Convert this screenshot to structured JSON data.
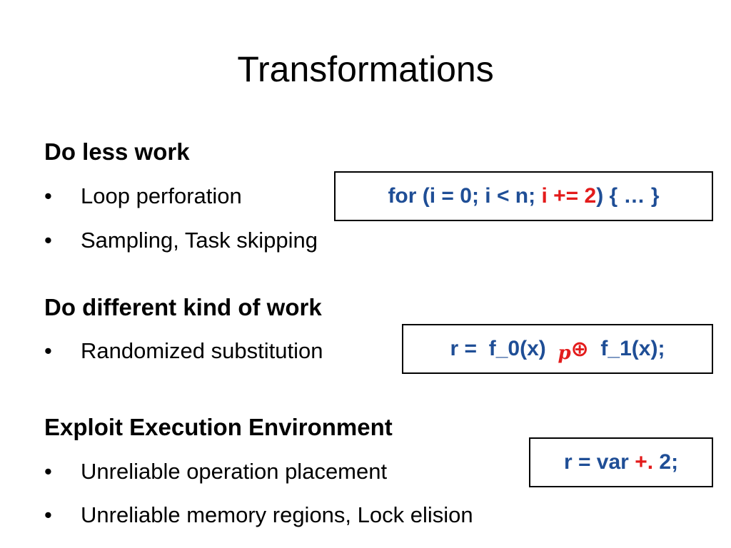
{
  "slide": {
    "title": "Transformations",
    "sections": [
      {
        "heading": "Do less work",
        "bullets": [
          "Loop perforation",
          "Sampling, Task skipping"
        ]
      },
      {
        "heading": "Do different kind of work",
        "bullets": [
          "Randomized substitution"
        ]
      },
      {
        "heading": "Exploit Execution Environment",
        "bullets": [
          "Unreliable operation placement",
          "Unreliable memory regions, Lock elision"
        ]
      }
    ],
    "bullet_glyph": "•",
    "code": {
      "loop": {
        "prefix": "for (i = 0; i < n; ",
        "highlight": "i += 2",
        "suffix": ") { … }"
      },
      "substitution": {
        "prefix": "r =  f_0(x)  ",
        "p": "p",
        "oplus": "⊕",
        "suffix": "  f_1(x);"
      },
      "unreliable": {
        "prefix": "r = var ",
        "highlight": "+.",
        "suffix": " 2;"
      }
    },
    "colors": {
      "code": "#1f4e96",
      "highlight": "#e31b1b"
    }
  }
}
